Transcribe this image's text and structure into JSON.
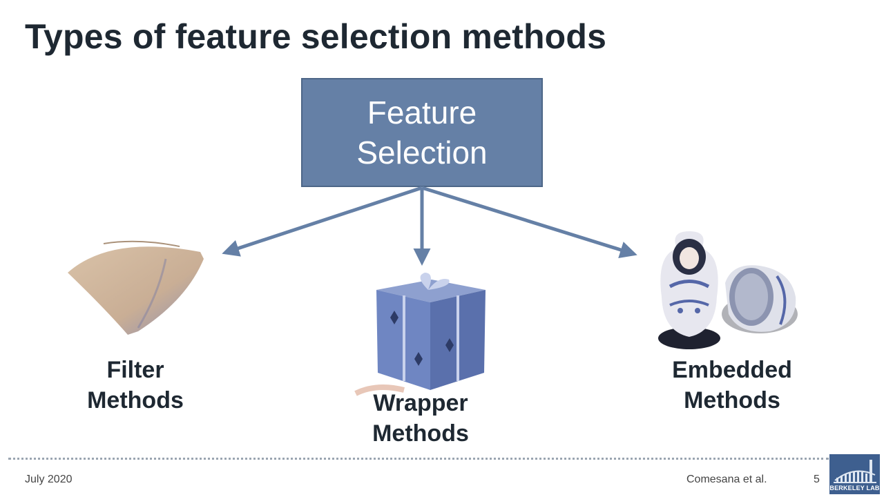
{
  "slide": {
    "title": "Types of feature selection methods"
  },
  "diagram": {
    "root": {
      "label": "Feature\nSelection"
    },
    "branches": [
      {
        "label": "Filter\nMethods",
        "icon": "coffee-filter-icon"
      },
      {
        "label": "Wrapper\nMethods",
        "icon": "wrapped-gift-icon"
      },
      {
        "label": "Embedded\nMethods",
        "icon": "nesting-dolls-icon"
      }
    ],
    "colors": {
      "box": "#6580a6",
      "arrow": "#6580a6",
      "text": "#1e2832"
    }
  },
  "footer": {
    "date": "July 2020",
    "authors": "Comesana et al.",
    "page": "5",
    "logo_text": "BERKELEY LAB"
  }
}
